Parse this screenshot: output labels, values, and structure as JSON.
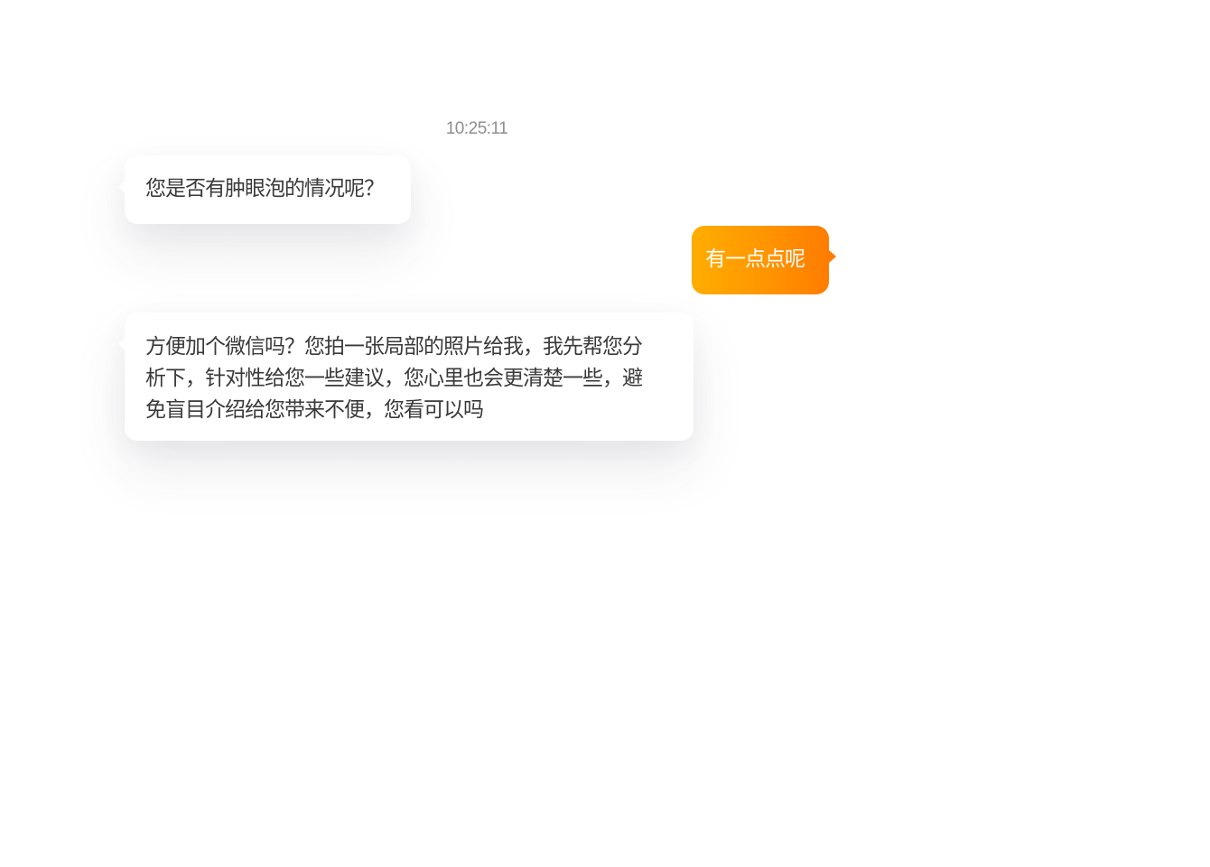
{
  "chat": {
    "timestamp": "10:25:11",
    "colors": {
      "incoming_bg": "#ffffff",
      "incoming_text": "#3a3a3a",
      "outgoing_gradient_start": "#ffad00",
      "outgoing_gradient_end": "#ff7c00",
      "outgoing_text": "#ffffff",
      "timestamp_text": "#8f8f8f"
    },
    "messages": [
      {
        "sender": "other",
        "text": "您是否有肿眼泡的情况呢？"
      },
      {
        "sender": "self",
        "text": "有一点点呢"
      },
      {
        "sender": "other",
        "lines": [
          "方便加个微信吗？您拍一张局部的照片给我，我先帮您分",
          "析下，针对性给您一些建议，您心里也会更清楚一些，避",
          "免盲目介绍给您带来不便，您看可以吗"
        ]
      }
    ]
  }
}
